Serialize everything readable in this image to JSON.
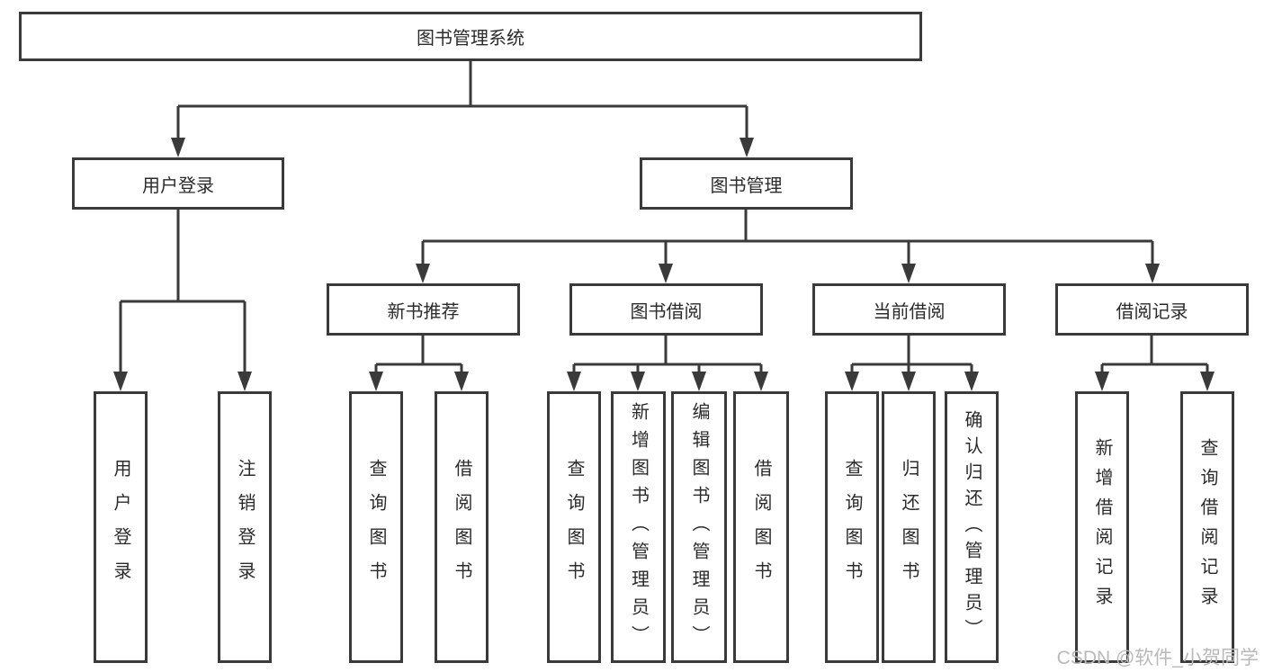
{
  "tree": {
    "root": {
      "label": "图书管理系统"
    },
    "level2": [
      {
        "label": "用户登录",
        "children": [
          {
            "label": "用户登录"
          },
          {
            "label": "注销登录"
          }
        ]
      },
      {
        "label": "图书管理",
        "children": [
          {
            "label": "新书推荐",
            "children": [
              {
                "label": "查询图书"
              },
              {
                "label": "借阅图书"
              }
            ]
          },
          {
            "label": "图书借阅",
            "children": [
              {
                "label": "查询图书"
              },
              {
                "label": "新增图书（管理员）"
              },
              {
                "label": "编辑图书（管理员）"
              },
              {
                "label": "借阅图书"
              }
            ]
          },
          {
            "label": "当前借阅",
            "children": [
              {
                "label": "查询图书"
              },
              {
                "label": "归还图书"
              },
              {
                "label": "确认归还（管理员）"
              }
            ]
          },
          {
            "label": "借阅记录",
            "children": [
              {
                "label": "新增借阅记录"
              },
              {
                "label": "查询借阅记录"
              }
            ]
          }
        ]
      }
    ]
  },
  "watermark": {
    "text": "CSDN @软件_小贺同学"
  },
  "colors": {
    "line": "#3a3a3a",
    "border": "#3a3a3a",
    "text": "#2b2b2b",
    "watermark": "#b9b9b9",
    "background": "#ffffff"
  }
}
